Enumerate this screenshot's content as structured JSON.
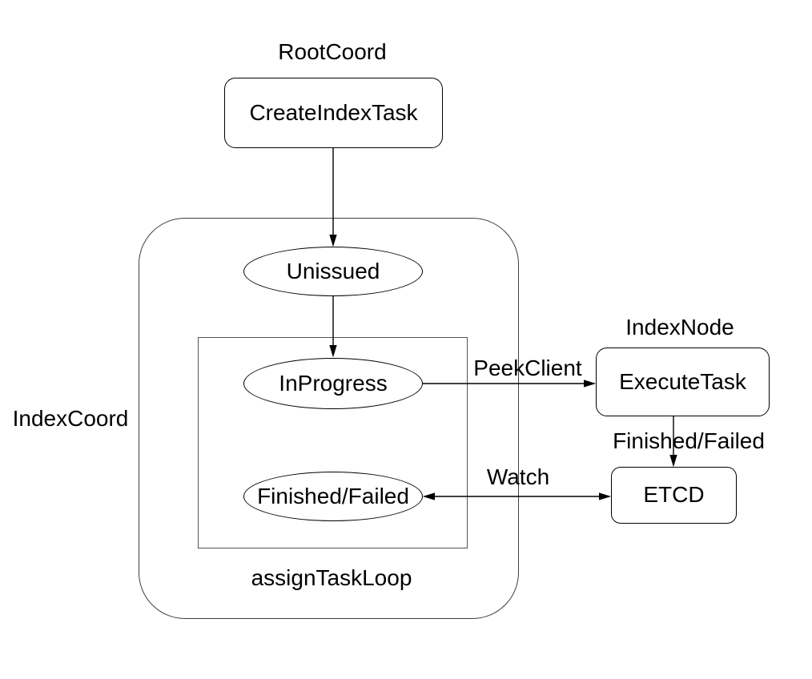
{
  "colors": {
    "background": "#ffffff",
    "stroke": "#000000",
    "text": "#000000"
  },
  "groups": {
    "root_coord": {
      "label": "RootCoord"
    },
    "index_coord": {
      "label": "IndexCoord",
      "loop_label": "assignTaskLoop"
    },
    "index_node": {
      "label": "IndexNode"
    }
  },
  "nodes": {
    "create_index_task": {
      "label": "CreateIndexTask"
    },
    "unissued": {
      "label": "Unissued"
    },
    "in_progress": {
      "label": "InProgress"
    },
    "finished_failed": {
      "label": "Finished/Failed"
    },
    "execute_task": {
      "label": "ExecuteTask"
    },
    "etcd": {
      "label": "ETCD"
    }
  },
  "edges": [
    {
      "from": "CreateIndexTask",
      "to": "Unissued",
      "label": "",
      "bidirectional": false
    },
    {
      "from": "Unissued",
      "to": "InProgress",
      "label": "",
      "bidirectional": false
    },
    {
      "from": "InProgress",
      "to": "ExecuteTask",
      "label": "PeekClient",
      "bidirectional": false
    },
    {
      "from": "ExecuteTask",
      "to": "ETCD",
      "label": "Finished/Failed",
      "bidirectional": false
    },
    {
      "from": "Finished/Failed",
      "to": "ETCD",
      "label": "Watch",
      "bidirectional": true
    }
  ]
}
